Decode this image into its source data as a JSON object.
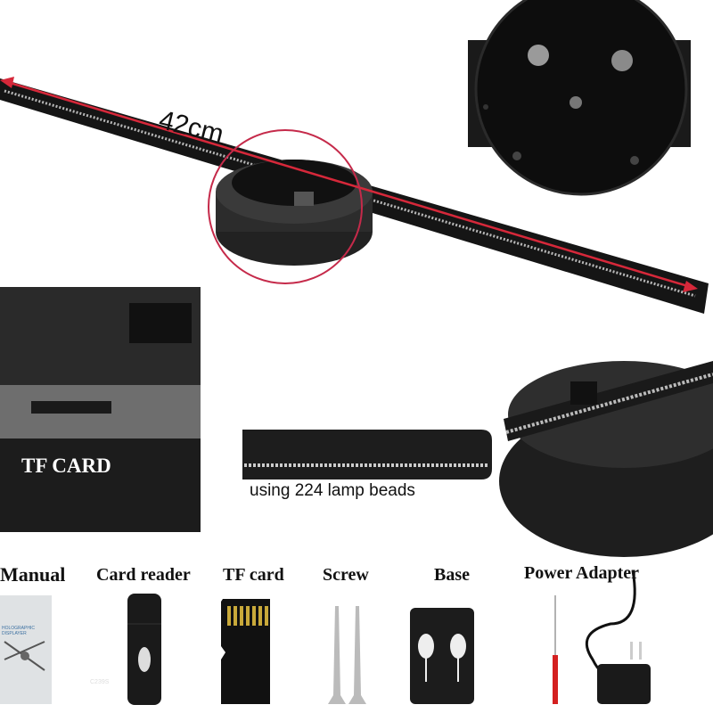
{
  "hero": {
    "length_label": "42cm",
    "accent_color": "#d6283a"
  },
  "detail": {
    "tf_card_label": "TF CARD",
    "lamp_beads_caption": "using 224 lamp beads"
  },
  "accessories": [
    {
      "label": "Manual",
      "print": "HOLOGRAPHIC DISPLAYER"
    },
    {
      "label": "Card reader",
      "print": "C239S"
    },
    {
      "label": "TF card"
    },
    {
      "label": "Screw"
    },
    {
      "label": "Base"
    },
    {
      "label": "Power Adapter"
    }
  ]
}
